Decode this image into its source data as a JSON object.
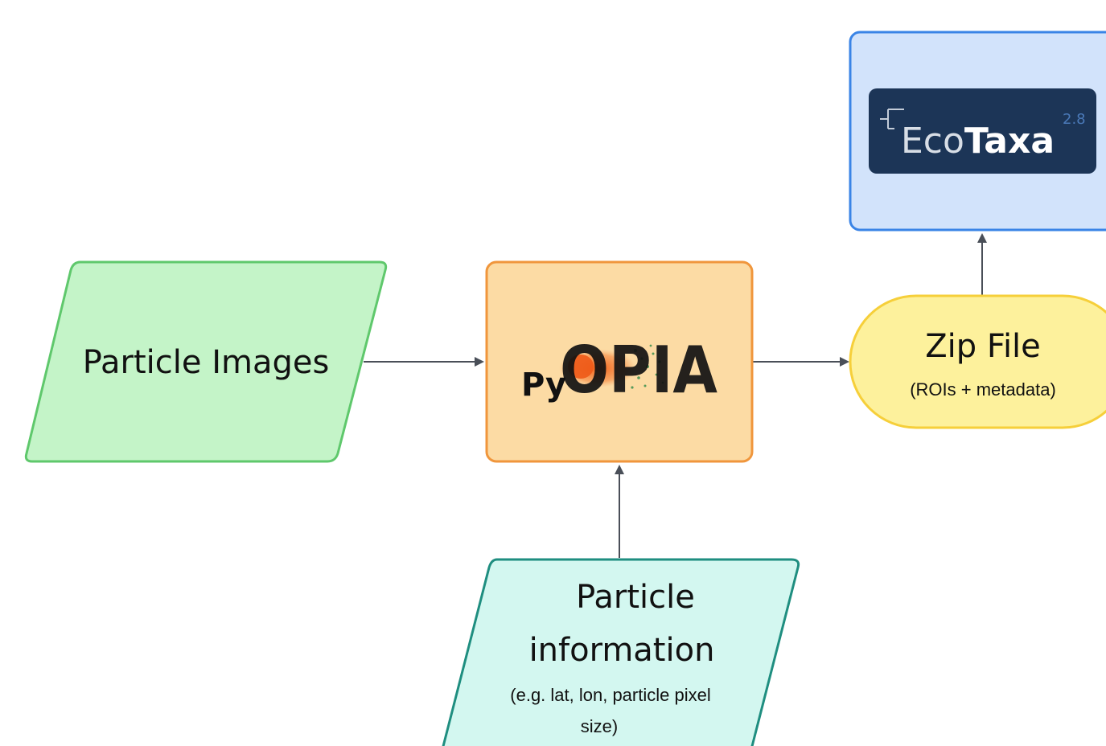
{
  "nodes": {
    "particle_images": {
      "label": "Particle Images",
      "fill": "#c4f4c8",
      "stroke": "#5fc86c"
    },
    "pyopia": {
      "logo_prefix": "Py",
      "logo_main": "OPIA",
      "fill": "#fcdba4",
      "stroke": "#f0963c"
    },
    "zip_file": {
      "label": "Zip File",
      "sublabel": "(ROIs + metadata)",
      "fill": "#fdf19c",
      "stroke": "#f6cf3a"
    },
    "ecotaxa": {
      "logo_light": "Eco",
      "logo_bold": "Taxa",
      "version": "2.8",
      "fill": "#d2e3fb",
      "stroke": "#3a84e6",
      "logo_bg": "#1c3557"
    },
    "particle_information": {
      "label_line1": "Particle",
      "label_line2": "information",
      "sublabel_line1": "(e.g. lat, lon, particle pixel",
      "sublabel_line2": "size)",
      "fill": "#d3f7f0",
      "stroke": "#1f8e80"
    }
  },
  "edges": [
    {
      "from": "Particle Images",
      "to": "PyOPIA"
    },
    {
      "from": "PyOPIA",
      "to": "Zip File"
    },
    {
      "from": "Zip File",
      "to": "EcoTaxa"
    },
    {
      "from": "Particle information",
      "to": "PyOPIA"
    }
  ],
  "colors": {
    "arrow": "#4a4f58"
  }
}
